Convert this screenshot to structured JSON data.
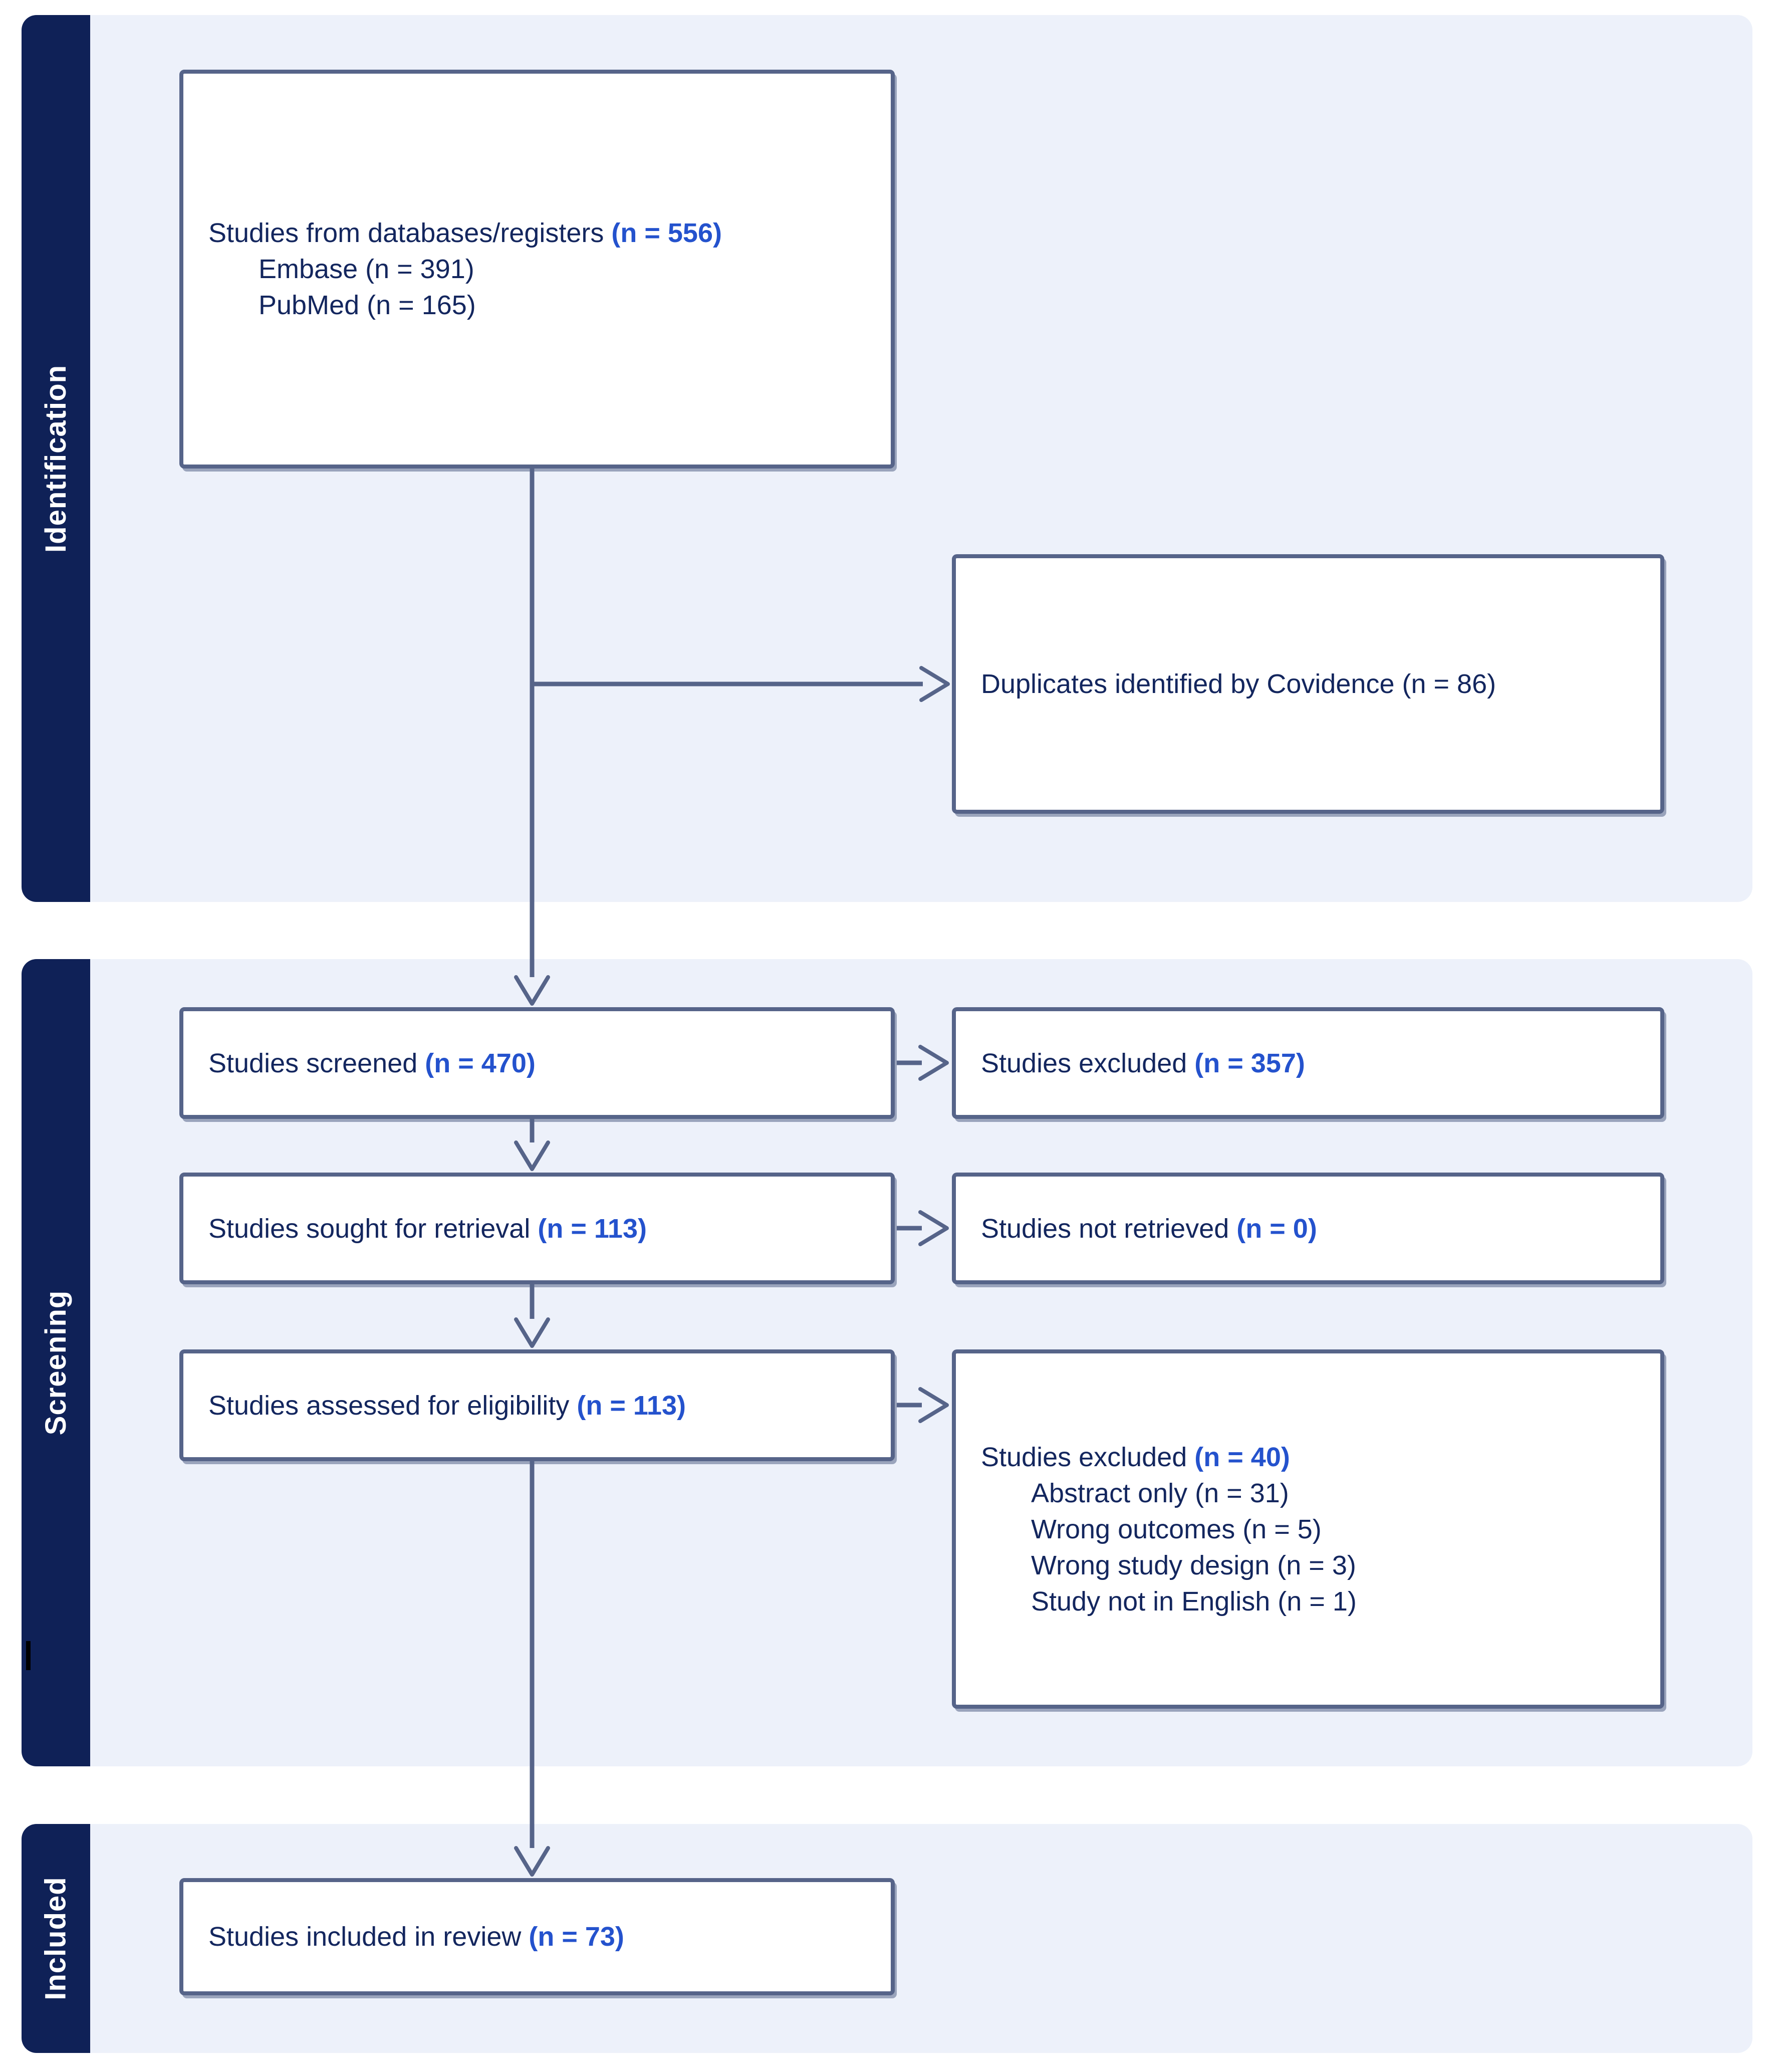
{
  "colors": {
    "sidebar_navy": "#0f2157",
    "panel_blue": "#edf1fa",
    "line_slate": "#566489",
    "text_navy": "#13265e",
    "accent_blue": "#2452cd",
    "label_white": "#ffffff",
    "cursor_black": "#000000"
  },
  "sections": {
    "identification": {
      "label": "Identification"
    },
    "screening": {
      "label": "Screening"
    },
    "included": {
      "label": "Included"
    }
  },
  "boxes": {
    "sources": {
      "prefix": "Studies from databases/registers ",
      "n": "(n = 556)",
      "sub": [
        "Embase (n = 391)",
        "PubMed (n = 165)"
      ]
    },
    "duplicates": {
      "prefix": "Duplicates identified by Covidence (n = 86)",
      "n": ""
    },
    "screened": {
      "prefix": "Studies screened ",
      "n": "(n = 470)"
    },
    "excluded_screening": {
      "prefix": "Studies excluded ",
      "n": "(n = 357)"
    },
    "sought": {
      "prefix": "Studies sought for retrieval ",
      "n": "(n = 113)"
    },
    "not_retrieved": {
      "prefix": "Studies not retrieved ",
      "n": "(n = 0)"
    },
    "assessed": {
      "prefix": "Studies assessed for eligibility ",
      "n": "(n = 113)"
    },
    "excluded_eligibility": {
      "prefix": "Studies excluded ",
      "n": "(n = 40)",
      "sub": [
        "Abstract only (n = 31)",
        "Wrong outcomes (n = 5)",
        "Wrong study design (n = 3)",
        "Study not in English (n = 1)"
      ]
    },
    "included_review": {
      "prefix": "Studies included in review ",
      "n": "(n = 73)"
    }
  }
}
